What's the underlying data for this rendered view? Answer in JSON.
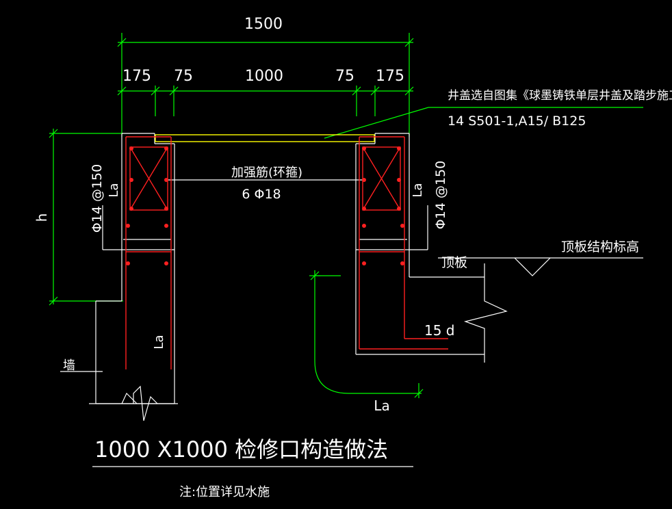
{
  "dimensions": {
    "overall": "1500",
    "left_edge": "175",
    "left_gap": "75",
    "opening": "1000",
    "right_gap": "75",
    "right_edge": "175",
    "height": "h"
  },
  "annotations": {
    "cover_note_line1": "井盖选自图集《球墨铸铁单层井盖及踏步施工》",
    "cover_note_line2": "14 S501-1,A15/ B125",
    "reinforcement_title": "加强筋(环箍)",
    "reinforcement_spec": "6 Φ18",
    "left_bar_spec": "Φ14 @150",
    "right_bar_spec": "Φ14 @150",
    "anchor_left_upper": "La",
    "anchor_left_lower": "La",
    "anchor_right": "La",
    "anchor_bottom": "La",
    "slab_label": "顶板",
    "slab_elevation_label": "顶板结构标高",
    "hook_length": "15 d",
    "wall_label": "墙"
  },
  "title": "1000 X1000 检修口构造做法",
  "note": "注:位置详见水施",
  "colors": {
    "background": "#000000",
    "dimension": "#00ff00",
    "outline": "#ffffff",
    "rebar": "#ff2020",
    "cover": "#ffff00"
  }
}
